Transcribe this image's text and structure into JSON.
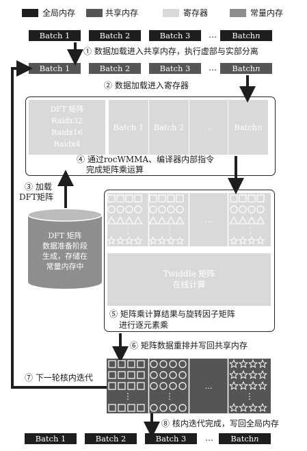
{
  "legend": [
    {
      "label": "全局内存",
      "color": "#1e1e1e"
    },
    {
      "label": "共享内存",
      "color": "#555555"
    },
    {
      "label": "寄存器",
      "color": "#d9d9d9"
    },
    {
      "label": "常量内存",
      "color": "#8e8e8e"
    }
  ],
  "batches": {
    "b1": "Batch 1",
    "b2": "Batch 2",
    "b3": "Batch 3",
    "ellipsis": "…",
    "bn": "Batch n"
  },
  "steps": {
    "s1": "① 数据加载进入共享内存，执行虚部与实部分离",
    "s2": "② 数据加载进入寄存器",
    "s3a": "③ 加载",
    "s3b": "DFT矩阵",
    "s4a": "④ 通过rocWMMA、编译器内部指令",
    "s4b": "完成矩阵乘运算",
    "s5a": "⑤ 矩阵乘计算结果与旋转因子矩阵",
    "s5b": "进行逐元素乘",
    "s6": "⑥ 矩阵数据重排并写回共享内存",
    "s7": "⑦ 下一轮核内迭代",
    "s8": "⑧ 核内迭代完成，写回全局内存"
  },
  "dft_block": {
    "title": "DFT 矩阵",
    "lines": [
      "Raidx32",
      "Raidx16",
      "Raidx4"
    ]
  },
  "cylinder": {
    "lines": [
      "DFT 矩阵",
      "数据准备阶段",
      "生成，存储在",
      "常量内存中"
    ]
  },
  "twiddle": {
    "line1": "Twiddle 矩阵",
    "line2": "在线计算"
  },
  "symbols": {
    "dots": "⋮",
    "ellipsis": "…"
  }
}
